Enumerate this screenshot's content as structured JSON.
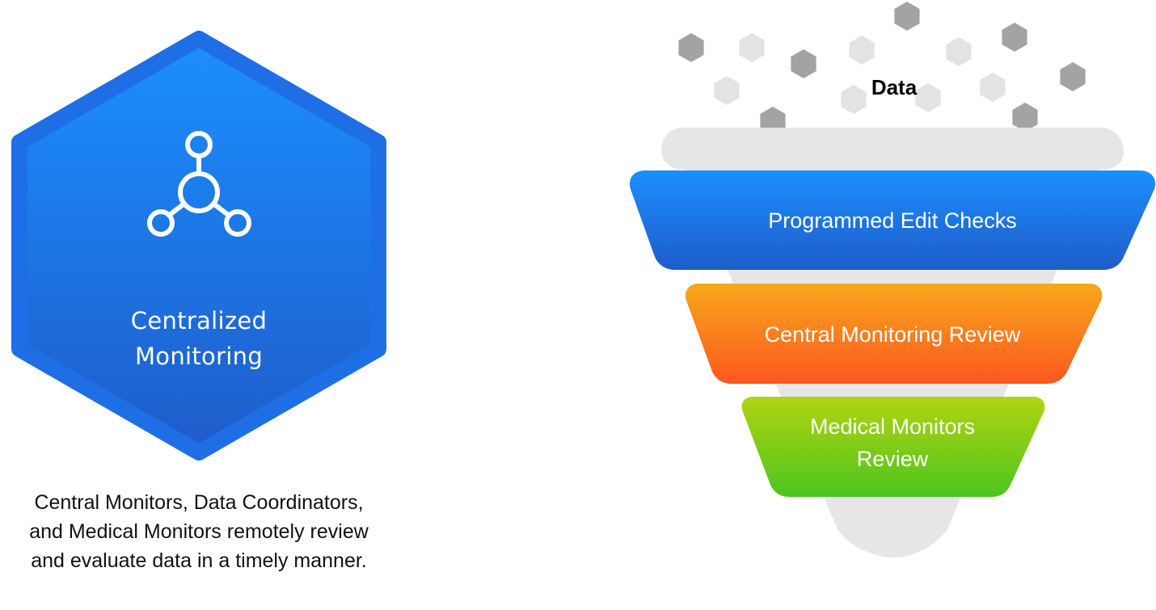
{
  "hexagon": {
    "icon": "network-node-icon",
    "title_line1": "Centralized",
    "title_line2": "Monitoring",
    "color_top": "#1b8fff",
    "color_bottom": "#1f5cc9"
  },
  "caption": {
    "line1": "Central Monitors, Data Coordinators,",
    "line2": "and Medical Monitors remotely review",
    "line3": "and evaluate data in a timely manner."
  },
  "funnel": {
    "data_label": "Data",
    "particle_icon": "hexagon-particle-icon",
    "stages": [
      {
        "line1": "Programmed Edit Checks",
        "line2": "",
        "color_top": "#1b8fff",
        "color_bottom": "#1f5cc9"
      },
      {
        "line1": "Central Monitoring Review",
        "line2": "",
        "color_top": "#f7a81b",
        "color_bottom": "#fd5720"
      },
      {
        "line1": "Medical Monitors",
        "line2": "Review",
        "color_top": "#b1d411",
        "color_bottom": "#4ec41e"
      }
    ],
    "funnel_color": "#e6e6e6"
  }
}
